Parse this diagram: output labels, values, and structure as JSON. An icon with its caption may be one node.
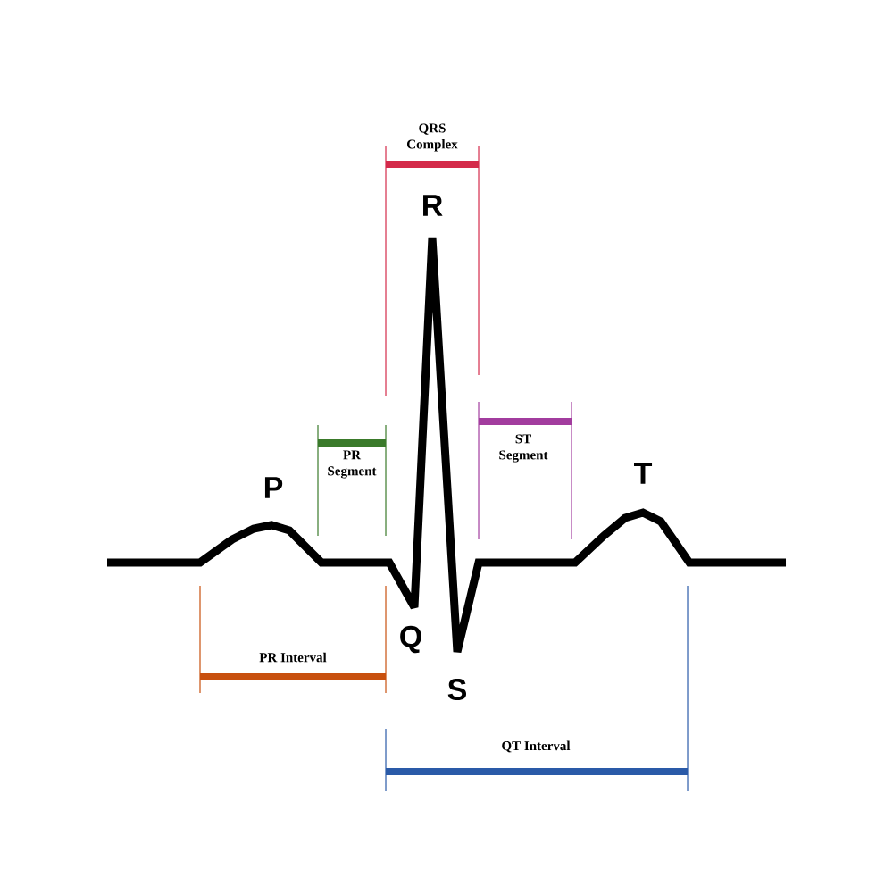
{
  "diagram": {
    "labels": [
      "QRS Complex",
      "R",
      "ST Segment",
      "PR Segment",
      "P",
      "T",
      "Q",
      "PR Interval",
      "S",
      "QT Interval"
    ]
  }
}
